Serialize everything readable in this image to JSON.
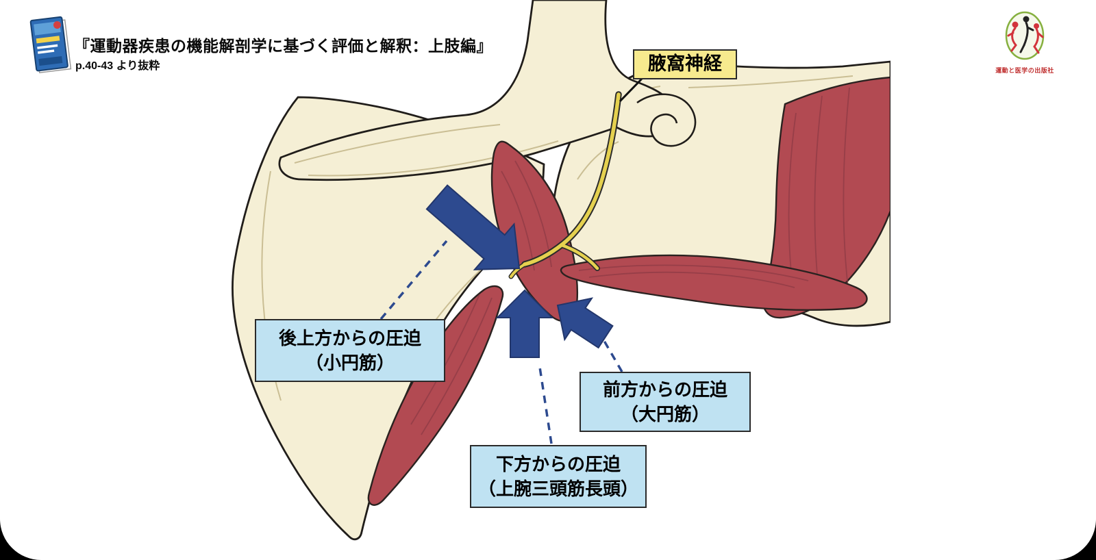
{
  "slide": {
    "outer_background": "#000000",
    "background": "#ffffff"
  },
  "header": {
    "book_title": "『運動器疾患の機能解剖学に基づく評価と解釈：上肢編』",
    "source_note": "p.40-43 より抜粋"
  },
  "publisher_logo": {
    "name": "運動と医学の出版社"
  },
  "diagram": {
    "nerve_label": "腋窩神経",
    "compression_labels": [
      {
        "id": "posterosuperior",
        "line1": "後上方からの圧迫",
        "line2": "（小円筋）"
      },
      {
        "id": "anterior",
        "line1": "前方からの圧迫",
        "line2": "（大円筋）"
      },
      {
        "id": "inferior",
        "line1": "下方からの圧迫",
        "line2": "（上腕三頭筋長頭）"
      }
    ],
    "palette": {
      "bone": "#f5efd5",
      "muscle": "#b24a52",
      "nerve": "#e5d14f",
      "arrow": "#2d4a8f",
      "label_blue_bg": "#bfe2f2",
      "label_yellow_bg": "#f7ea8e",
      "outline": "#221e1c"
    }
  }
}
